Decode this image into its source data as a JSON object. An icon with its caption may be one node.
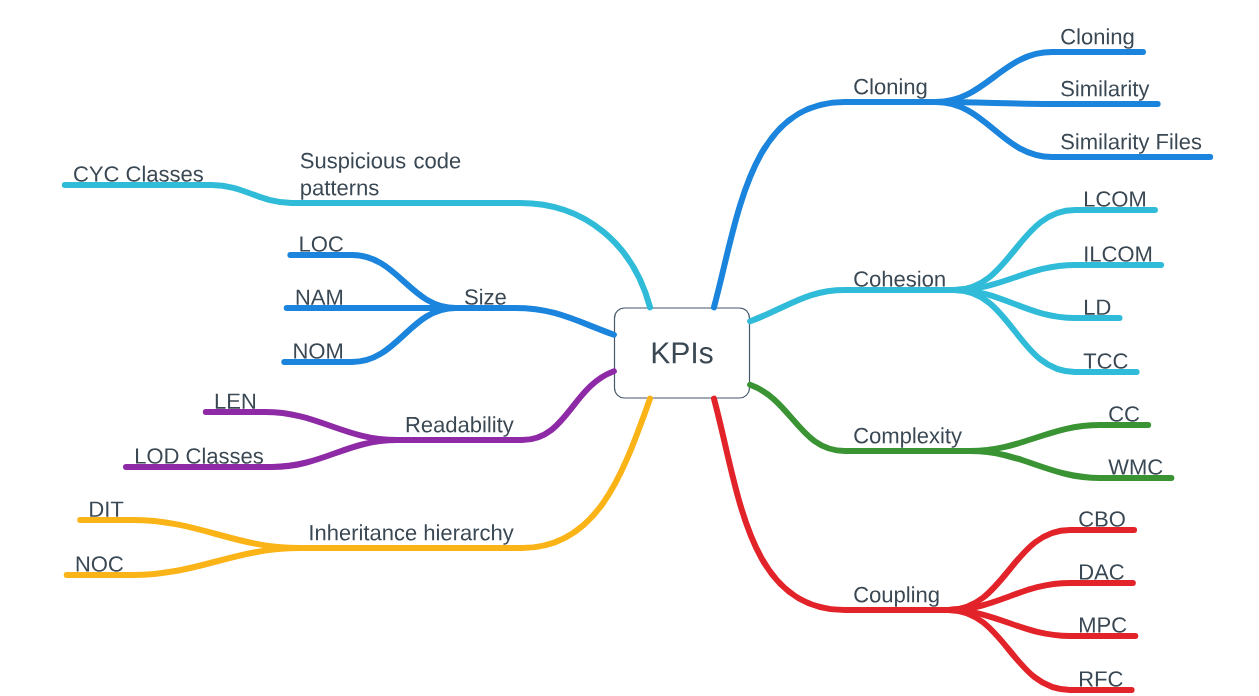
{
  "diagram": {
    "nodes": [
      {
        "text": [
          "KPIs"
        ]
      },
      {
        "text": [
          "Cloning"
        ]
      },
      {
        "text": [
          "Cloning"
        ]
      },
      {
        "text": [
          "Similarity"
        ]
      },
      {
        "text": [
          "Similarity Files"
        ]
      },
      {
        "text": [
          "Cohesion"
        ]
      },
      {
        "text": [
          "LCOM"
        ]
      },
      {
        "text": [
          "ILCOM"
        ]
      },
      {
        "text": [
          "LD"
        ]
      },
      {
        "text": [
          "TCC"
        ]
      },
      {
        "text": [
          "Complexity"
        ]
      },
      {
        "text": [
          "CC"
        ]
      },
      {
        "text": [
          "WMC"
        ]
      },
      {
        "text": [
          "Coupling"
        ]
      },
      {
        "text": [
          "CBO"
        ]
      },
      {
        "text": [
          "DAC"
        ]
      },
      {
        "text": [
          "MPC"
        ]
      },
      {
        "text": [
          "RFC"
        ]
      },
      {
        "text": [
          "Suspicious code patterns"
        ]
      },
      {
        "text": [
          "CYC Classes"
        ]
      },
      {
        "text": [
          "Size"
        ]
      },
      {
        "text": [
          "LOC"
        ]
      },
      {
        "text": [
          "NAM"
        ]
      },
      {
        "text": [
          "NOM"
        ]
      },
      {
        "text": [
          "Readability"
        ]
      },
      {
        "text": [
          "LEN"
        ]
      },
      {
        "text": [
          "LOD Classes"
        ]
      },
      {
        "text": [
          "Inheritance hierarchy"
        ]
      },
      {
        "text": [
          "DIT"
        ]
      },
      {
        "text": [
          "NOC"
        ]
      }
    ],
    "edges": [
      {
        "from": 0,
        "to": 1,
        "arrow": "none",
        "color": "#1b84dc"
      },
      {
        "from": 1,
        "to": 2,
        "arrow": "none",
        "color": "#1b84dc"
      },
      {
        "from": 1,
        "to": 3,
        "arrow": "none",
        "color": "#1b84dc"
      },
      {
        "from": 1,
        "to": 4,
        "arrow": "none",
        "color": "#1b84dc"
      },
      {
        "from": 0,
        "to": 5,
        "arrow": "none",
        "color": "#30bcd8"
      },
      {
        "from": 5,
        "to": 6,
        "arrow": "none",
        "color": "#30bcd8"
      },
      {
        "from": 5,
        "to": 7,
        "arrow": "none",
        "color": "#30bcd8"
      },
      {
        "from": 5,
        "to": 8,
        "arrow": "none",
        "color": "#30bcd8"
      },
      {
        "from": 5,
        "to": 9,
        "arrow": "none",
        "color": "#30bcd8"
      },
      {
        "from": 0,
        "to": 10,
        "arrow": "none",
        "color": "#3a9434"
      },
      {
        "from": 10,
        "to": 11,
        "arrow": "none",
        "color": "#3a9434"
      },
      {
        "from": 10,
        "to": 12,
        "arrow": "none",
        "color": "#3a9434"
      },
      {
        "from": 0,
        "to": 13,
        "arrow": "none",
        "color": "#e2242a"
      },
      {
        "from": 13,
        "to": 14,
        "arrow": "none",
        "color": "#e2242a"
      },
      {
        "from": 13,
        "to": 15,
        "arrow": "none",
        "color": "#e2242a"
      },
      {
        "from": 13,
        "to": 16,
        "arrow": "none",
        "color": "#e2242a"
      },
      {
        "from": 13,
        "to": 17,
        "arrow": "none",
        "color": "#e2242a"
      },
      {
        "from": 0,
        "to": 18,
        "arrow": "none",
        "color": "#30bcd8"
      },
      {
        "from": 18,
        "to": 19,
        "arrow": "none",
        "color": "#30bcd8"
      },
      {
        "from": 0,
        "to": 20,
        "arrow": "none",
        "color": "#1b84dc"
      },
      {
        "from": 20,
        "to": 21,
        "arrow": "none",
        "color": "#1b84dc"
      },
      {
        "from": 20,
        "to": 22,
        "arrow": "none",
        "color": "#1b84dc"
      },
      {
        "from": 20,
        "to": 23,
        "arrow": "none",
        "color": "#1b84dc"
      },
      {
        "from": 0,
        "to": 24,
        "arrow": "none",
        "color": "#8e2aa6"
      },
      {
        "from": 24,
        "to": 25,
        "arrow": "none",
        "color": "#8e2aa6"
      },
      {
        "from": 24,
        "to": 26,
        "arrow": "none",
        "color": "#8e2aa6"
      },
      {
        "from": 0,
        "to": 27,
        "arrow": "none",
        "color": "#fbb418"
      },
      {
        "from": 27,
        "to": 28,
        "arrow": "none",
        "color": "#fbb418"
      },
      {
        "from": 27,
        "to": 29,
        "arrow": "none",
        "color": "#fbb418"
      }
    ]
  }
}
